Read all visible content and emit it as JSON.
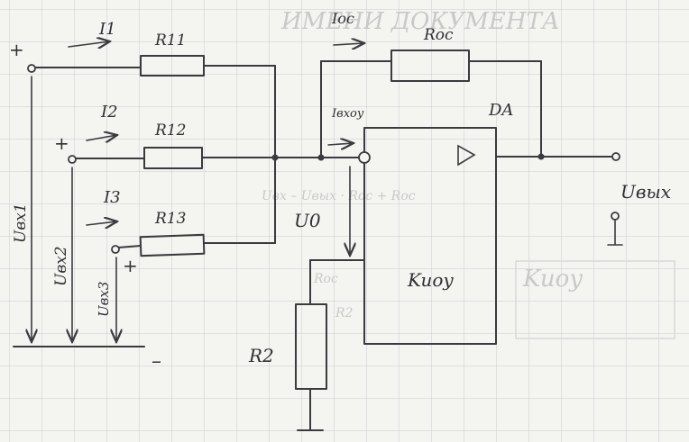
{
  "diagram": {
    "labels": {
      "i1": "I1",
      "i2": "I2",
      "i3": "I3",
      "ioc": "Ioc",
      "ivhoy": "Iвхоу",
      "r11": "R11",
      "r12": "R12",
      "r13": "R13",
      "roc": "Roc",
      "r2": "R2",
      "da": "DA",
      "u0": "U0",
      "kuoy": "Kuоу",
      "uvx1": "Uвх1",
      "uvx2": "Uвх2",
      "uvx3": "Uвх3",
      "uvyx": "Uвых",
      "plus": "+",
      "minus": "–"
    },
    "background_text": {
      "top": "ИМЕНИ ДОКУМЕНТА",
      "formula": "Uвх – Uвых · Roc + Rос",
      "hint1": "Rос",
      "hint2": "R2",
      "hint3": "Kuоу"
    },
    "colors": {
      "ink": "#3a3a40",
      "grid": "#c8cbd4",
      "paper": "#f4f4f0"
    }
  }
}
